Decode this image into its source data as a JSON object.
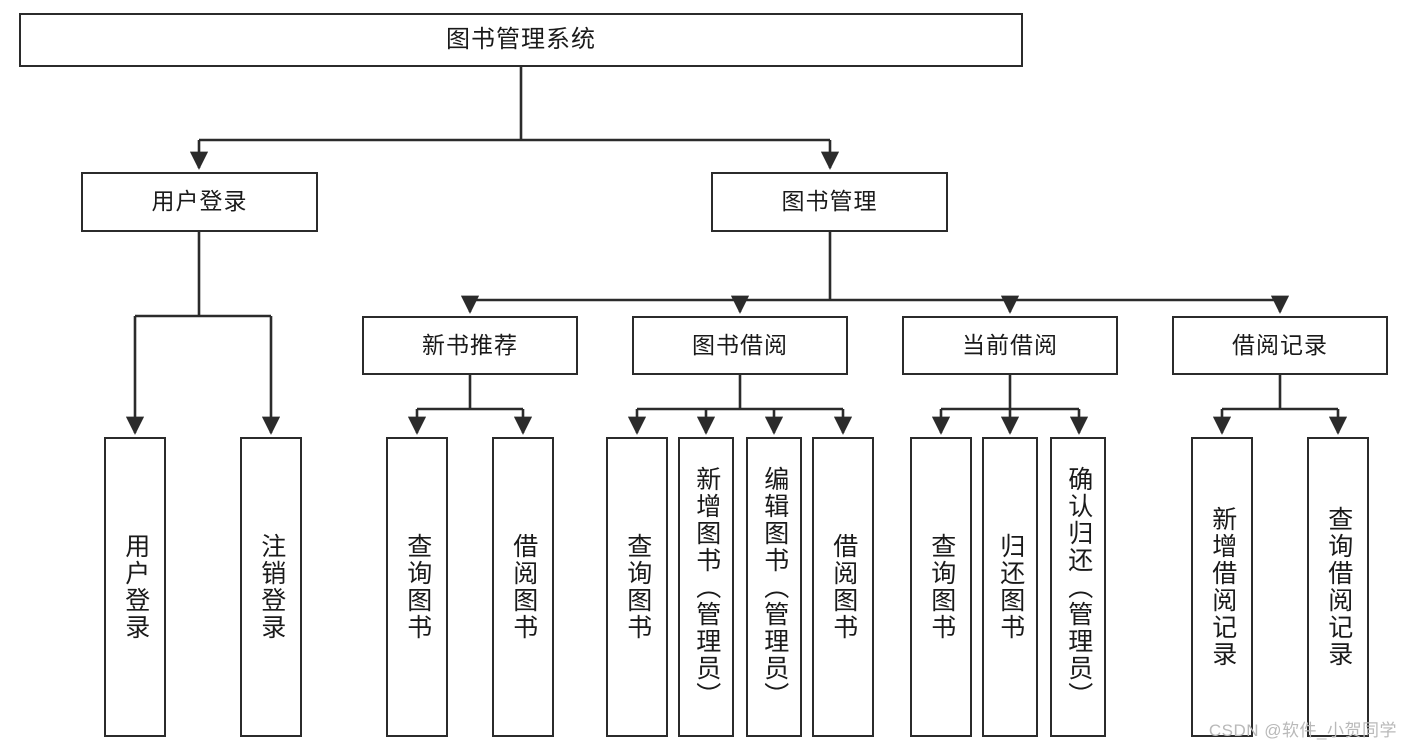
{
  "diagram": {
    "title": "图书管理系统",
    "type": "tree-hierarchy",
    "orientation": "top-down",
    "colors": {
      "box_border": "#2b2b2b",
      "box_fill": "#ffffff",
      "edge": "#2b2b2b",
      "text": "#1a1a1a",
      "background": "#ffffff",
      "watermark": "#b9b9b9"
    }
  },
  "root": {
    "label": "图书管理系统"
  },
  "level2": [
    {
      "label": "用户登录"
    },
    {
      "label": "图书管理"
    }
  ],
  "level3": [
    {
      "label": "新书推荐"
    },
    {
      "label": "图书借阅"
    },
    {
      "label": "当前借阅"
    },
    {
      "label": "借阅记录"
    }
  ],
  "leaves": {
    "user_login": [
      {
        "label": "用户登录"
      },
      {
        "label": "注销登录"
      }
    ],
    "new_book_recommend": [
      {
        "label": "查询图书"
      },
      {
        "label": "借阅图书"
      }
    ],
    "book_borrow": [
      {
        "label": "查询图书"
      },
      {
        "label": "新增图书（管理员）"
      },
      {
        "label": "编辑图书（管理员）"
      },
      {
        "label": "借阅图书"
      }
    ],
    "current_borrow": [
      {
        "label": "查询图书"
      },
      {
        "label": "归还图书"
      },
      {
        "label": "确认归还（管理员）"
      }
    ],
    "borrow_record": [
      {
        "label": "新增借阅记录"
      },
      {
        "label": "查询借阅记录"
      }
    ]
  },
  "watermark": {
    "text": "CSDN @软件_小贺同学"
  }
}
